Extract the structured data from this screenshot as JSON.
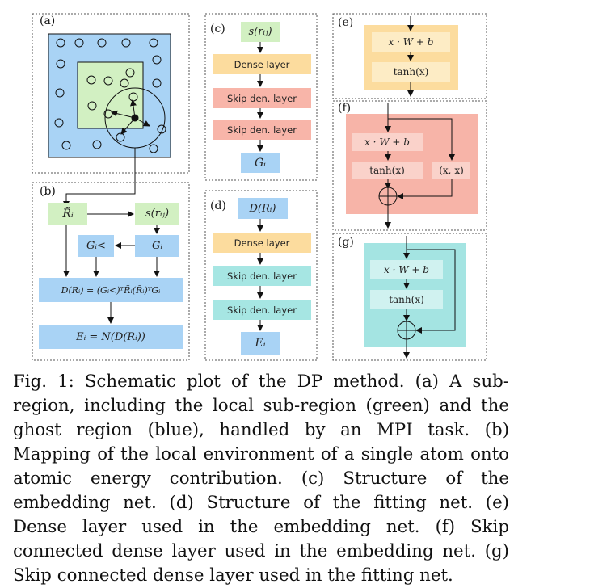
{
  "colors": {
    "blue": "#a9d3f5",
    "green": "#d2f0c2",
    "orange": "#fcdc9e",
    "red": "#f8b5a9",
    "teal": "#a6e6e3",
    "red_panel": "#f7b4a8",
    "teal_panel": "#a4e4e2"
  },
  "panels": {
    "a": {
      "label": "(a)"
    },
    "b": {
      "label": "(b)",
      "r_tilde": "R̃ᵢ",
      "s": "s(rᵢⱼ)",
      "g_less": "Gᵢ<",
      "g": "Gᵢ",
      "d_eq": "D(Rᵢ) = (Gᵢ<)ᵀR̃ᵢ(R̃ᵢ)ᵀGᵢ",
      "e_eq": "Eᵢ = N(D(Rᵢ))"
    },
    "c": {
      "label": "(c)",
      "input": "s(rᵢⱼ)",
      "dense": "Dense layer",
      "skip1": "Skip den. layer",
      "skip2": "Skip den. layer",
      "output": "Gᵢ"
    },
    "d": {
      "label": "(d)",
      "input": "D(Rᵢ)",
      "dense": "Dense layer",
      "skip1": "Skip den. layer",
      "skip2": "Skip den. layer",
      "output": "Eᵢ"
    },
    "e": {
      "label": "(e)",
      "affine": "x · W + b",
      "act": "tanh(x)"
    },
    "f": {
      "label": "(f)",
      "affine": "x · W + b",
      "act": "tanh(x)",
      "concat": "(x, x)"
    },
    "g": {
      "label": "(g)",
      "affine": "x · W + b",
      "act": "tanh(x)"
    }
  },
  "caption": "Fig. 1: Schematic plot of the DP method. (a) A sub-region, including the local sub-region (green) and the ghost region (blue), handled by an MPI task. (b) Mapping of the local environment of a single atom onto atomic energy contribution. (c) Structure of the embedding net. (d) Structure of the fitting net. (e) Dense layer used in the embedding net. (f) Skip connected dense layer used in the embedding net. (g) Skip connected dense layer used in the fitting net."
}
